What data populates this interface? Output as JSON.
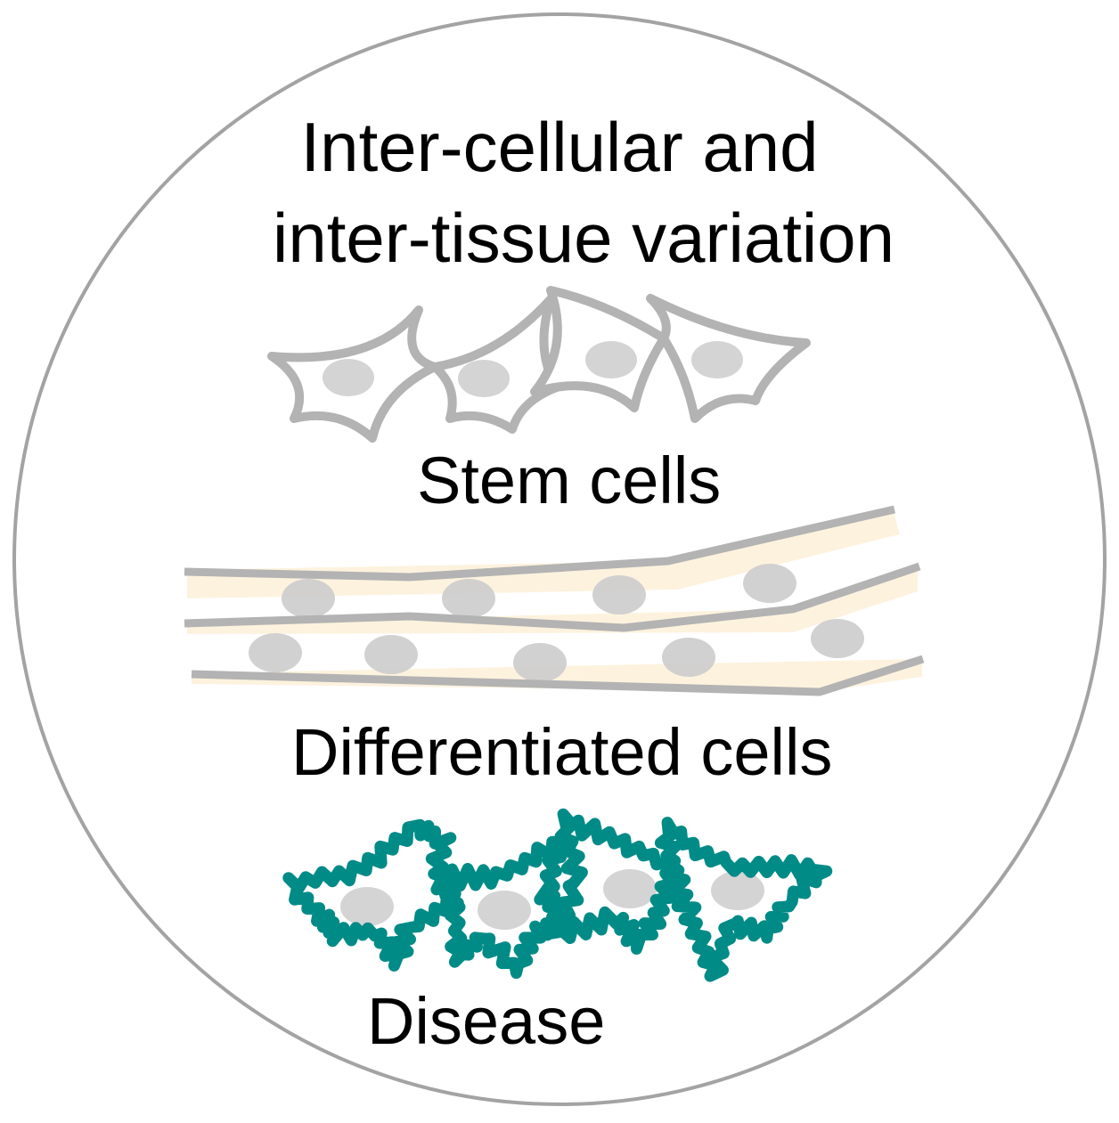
{
  "title": {
    "line1": "Inter-cellular and",
    "line2": "inter-tissue variation"
  },
  "groups": {
    "stem": {
      "label": "Stem cells"
    },
    "differentiated": {
      "label": "Differentiated cells"
    },
    "disease": {
      "label": "Disease"
    }
  },
  "colors": {
    "circle_outline": "#a3a3a3",
    "cell_outline": "#b3b3b3",
    "nucleus": "#d4d4d4",
    "differentiated_fill": "#fdf0d8",
    "disease_outline": "#008b87",
    "text": "#000000"
  }
}
